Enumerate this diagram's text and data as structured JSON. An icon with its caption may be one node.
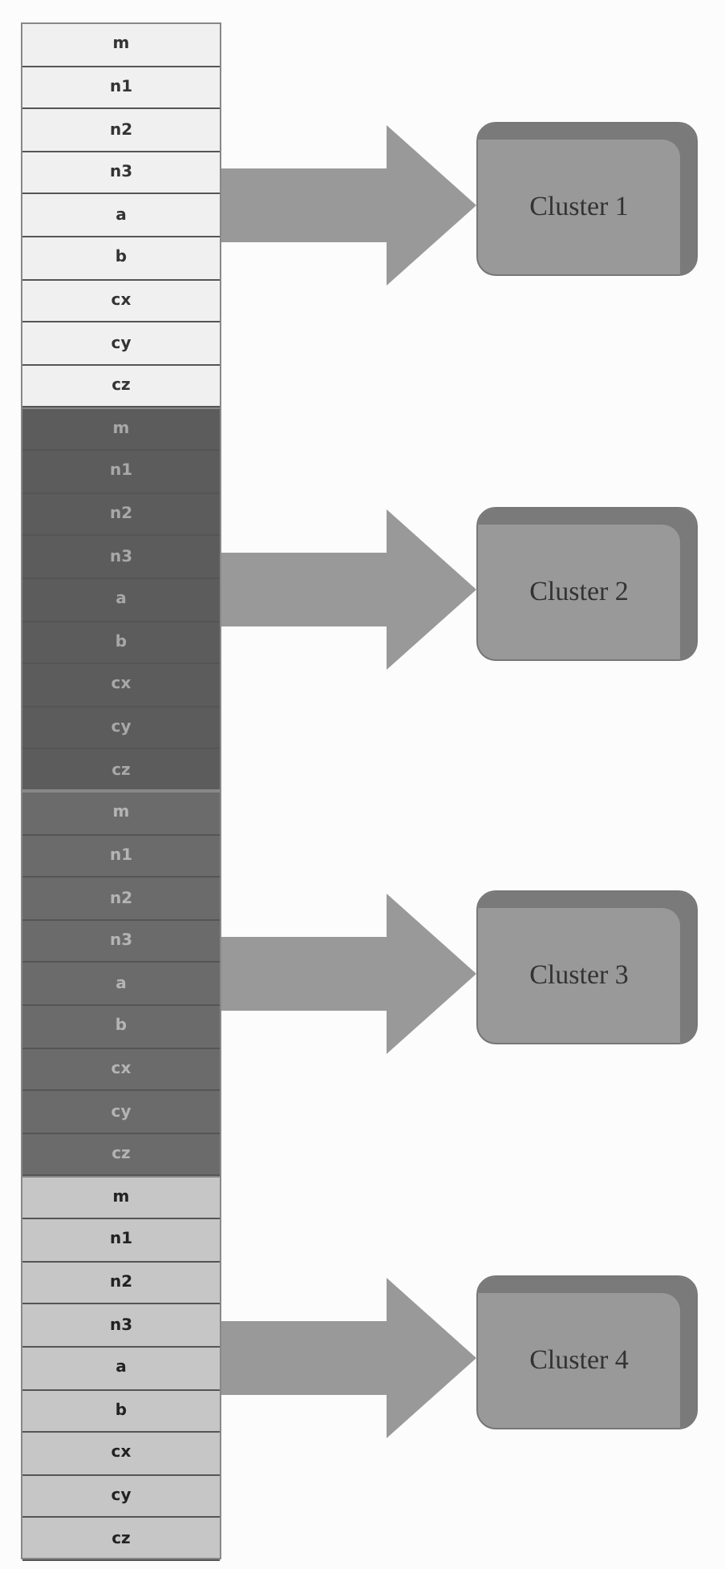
{
  "diagram": {
    "nodes": [
      {
        "text": [],
        "shape": "box"
      },
      {
        "text": [
          "m"
        ],
        "in": 0
      },
      {
        "text": [
          "n1"
        ],
        "in": 0
      },
      {
        "text": [
          "n2"
        ],
        "in": 0
      },
      {
        "text": [
          "n3"
        ],
        "in": 0
      },
      {
        "text": [
          "a"
        ],
        "in": 0
      },
      {
        "text": [
          "b"
        ],
        "in": 0
      },
      {
        "text": [
          "cx"
        ],
        "in": 0
      },
      {
        "text": [
          "cy"
        ],
        "in": 0
      },
      {
        "text": [
          "cz"
        ],
        "in": 0
      },
      {
        "text": [
          "Cluster 1"
        ]
      },
      {
        "text": [],
        "shape": "box"
      },
      {
        "text": [
          "m"
        ],
        "in": 11
      },
      {
        "text": [
          "n1"
        ],
        "in": 11
      },
      {
        "text": [
          "n2"
        ],
        "in": 11
      },
      {
        "text": [
          "n3"
        ],
        "in": 11
      },
      {
        "text": [
          "a"
        ],
        "in": 11
      },
      {
        "text": [
          "b"
        ],
        "in": 11
      },
      {
        "text": [
          "cx"
        ],
        "in": 11
      },
      {
        "text": [
          "cy"
        ],
        "in": 11
      },
      {
        "text": [
          "cz"
        ],
        "in": 11
      },
      {
        "text": [
          "Cluster 2"
        ]
      },
      {
        "text": [],
        "shape": "box"
      },
      {
        "text": [
          "m"
        ],
        "in": 22
      },
      {
        "text": [
          "n1"
        ],
        "in": 22
      },
      {
        "text": [
          "n2"
        ],
        "in": 22
      },
      {
        "text": [
          "n3"
        ],
        "in": 22
      },
      {
        "text": [
          "a"
        ],
        "in": 22
      },
      {
        "text": [
          "b"
        ],
        "in": 22
      },
      {
        "text": [
          "cx"
        ],
        "in": 22
      },
      {
        "text": [
          "cy"
        ],
        "in": 22
      },
      {
        "text": [
          "cz"
        ],
        "in": 22
      },
      {
        "text": [
          "Cluster 3"
        ]
      },
      {
        "text": [],
        "shape": "box"
      },
      {
        "text": [
          "m"
        ],
        "in": 33
      },
      {
        "text": [
          "n1"
        ],
        "in": 33
      },
      {
        "text": [
          "n2"
        ],
        "in": 33
      },
      {
        "text": [
          "n3"
        ],
        "in": 33
      },
      {
        "text": [
          "a"
        ],
        "in": 33
      },
      {
        "text": [
          "b"
        ],
        "in": 33
      },
      {
        "text": [
          "cx"
        ],
        "in": 33
      },
      {
        "text": [
          "cy"
        ],
        "in": 33
      },
      {
        "text": [
          "cz"
        ],
        "in": 33
      },
      {
        "text": [
          "Cluster 4"
        ]
      }
    ],
    "edges": [
      {
        "from": 0,
        "to": 10,
        "arrow": "to"
      },
      {
        "from": 11,
        "to": 21,
        "arrow": "to"
      },
      {
        "from": 22,
        "to": 32,
        "arrow": "to"
      },
      {
        "from": 33,
        "to": 43,
        "arrow": "to"
      }
    ]
  }
}
